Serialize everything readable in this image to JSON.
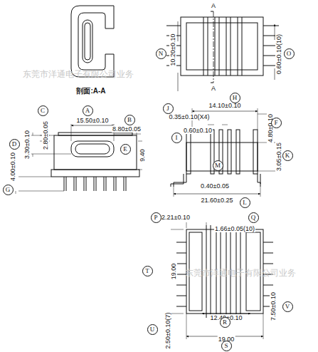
{
  "diagram": {
    "nodes": [
      {
        "text": [
          "A"
        ]
      },
      {
        "text": [
          "B"
        ]
      },
      {
        "text": [
          "C"
        ]
      },
      {
        "text": [
          "D"
        ]
      },
      {
        "text": [
          "E"
        ]
      },
      {
        "text": [
          "F"
        ]
      },
      {
        "text": [
          "G"
        ]
      },
      {
        "text": [
          "H"
        ]
      },
      {
        "text": [
          "I"
        ]
      },
      {
        "text": [
          "J"
        ]
      },
      {
        "text": [
          "K"
        ]
      },
      {
        "text": [
          "L"
        ]
      },
      {
        "text": [
          "M"
        ]
      },
      {
        "text": [
          "N"
        ]
      },
      {
        "text": [
          "O"
        ]
      },
      {
        "text": [
          "P"
        ]
      },
      {
        "text": [
          "Q"
        ]
      },
      {
        "text": [
          "R"
        ]
      },
      {
        "text": [
          "S"
        ]
      },
      {
        "text": [
          "T"
        ]
      },
      {
        "text": [
          "U"
        ]
      },
      {
        "text": [
          "V"
        ]
      }
    ],
    "labels": [
      "剖面:A-A",
      "东莞市洋通电子有限公司业务",
      "东莞市洋通电子有限公司业务",
      "A",
      "A",
      "10.20±0.10",
      "0.60±0.10(10)",
      "15.50±0.10",
      "8.80±0.05",
      "2.80±0.05",
      "3.30±0.10",
      "9.40",
      "4.00±0.10",
      "14.10±0.10",
      "0.35±0.10(X4)",
      "0.60±0.10",
      "4.80±0.10",
      "3.05±0.15",
      "0.40±0.05",
      "21.60±0.25",
      "2.21±0.10",
      "1.66±0.05(10)",
      "19.00",
      "12.40±0.10",
      "7.50±0.10",
      "2.50±0.10(7)",
      "19.00"
    ]
  }
}
